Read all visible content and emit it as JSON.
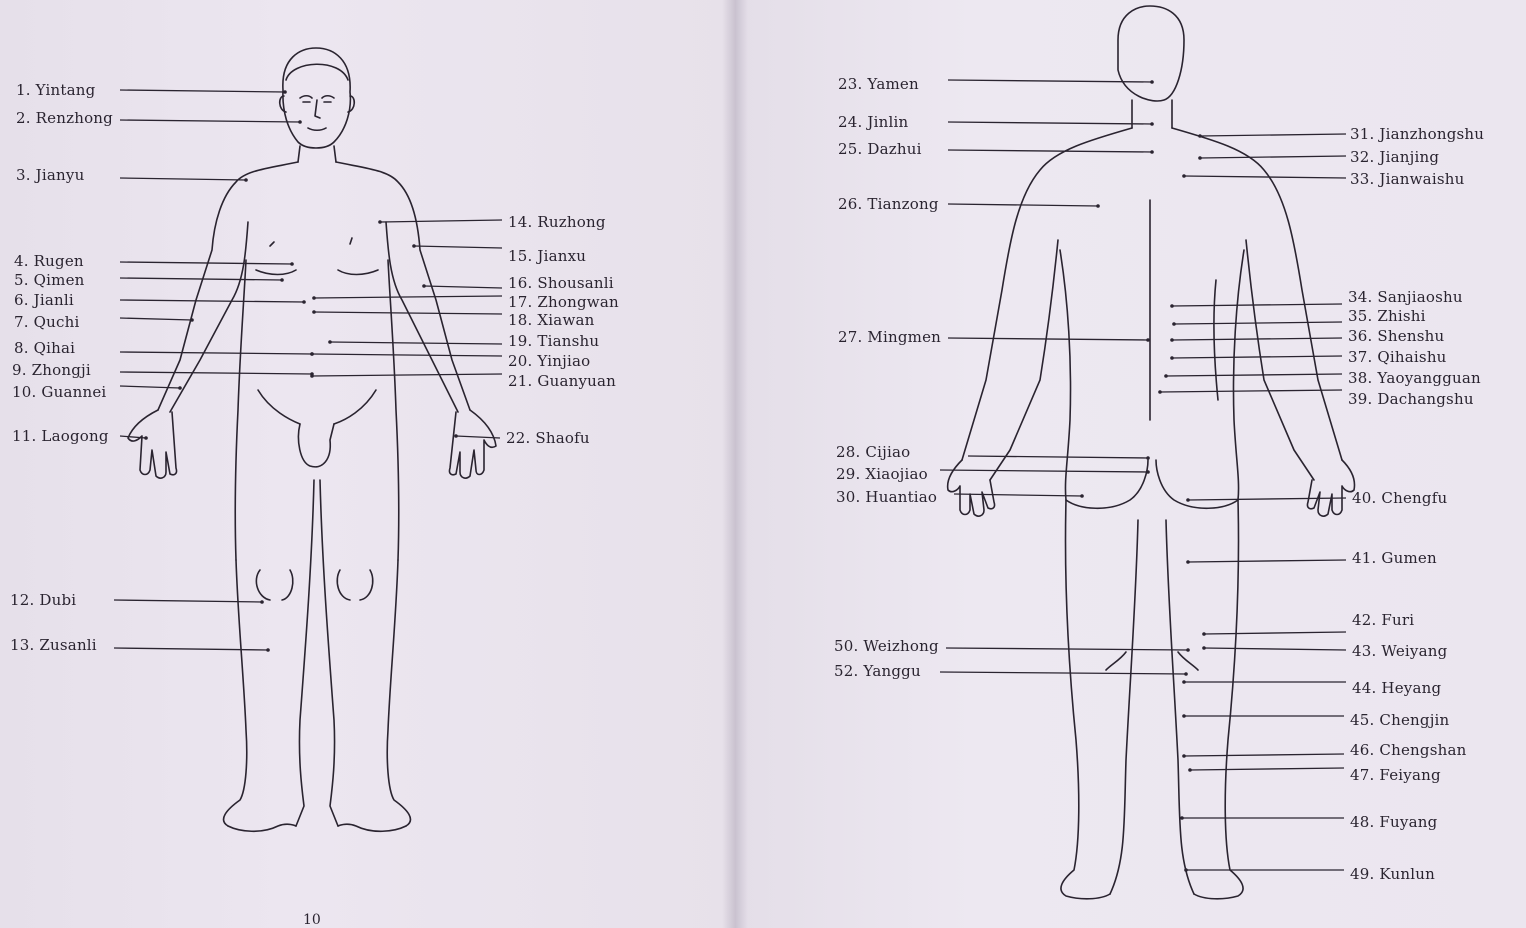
{
  "page_number": "10",
  "front_view": {
    "points": [
      {
        "label": "1. Yintang"
      },
      {
        "label": "2. Renzhong"
      },
      {
        "label": "3. Jianyu"
      },
      {
        "label": "4. Rugen"
      },
      {
        "label": "5. Qimen"
      },
      {
        "label": "6. Jianli"
      },
      {
        "label": "7. Quchi"
      },
      {
        "label": "8. Qihai"
      },
      {
        "label": "9. Zhongji"
      },
      {
        "label": "10. Guannei"
      },
      {
        "label": "11. Laogong"
      },
      {
        "label": "12. Dubi"
      },
      {
        "label": "13. Zusanli"
      },
      {
        "label": "14. Ruzhong"
      },
      {
        "label": "15. Jianxu"
      },
      {
        "label": "16. Shousanli"
      },
      {
        "label": "17. Zhongwan"
      },
      {
        "label": "18. Xiawan"
      },
      {
        "label": "19. Tianshu"
      },
      {
        "label": "20. Yinjiao"
      },
      {
        "label": "21. Guanyuan"
      },
      {
        "label": "22. Shaofu"
      }
    ]
  },
  "back_view": {
    "points": [
      {
        "label": "23. Yamen"
      },
      {
        "label": "24. Jinlin"
      },
      {
        "label": "25. Dazhui"
      },
      {
        "label": "26. Tianzong"
      },
      {
        "label": "27. Mingmen"
      },
      {
        "label": "28. Cijiao"
      },
      {
        "label": "29. Xiaojiao"
      },
      {
        "label": "30. Huantiao"
      },
      {
        "label": "50. Weizhong"
      },
      {
        "label": "52. Yanggu"
      },
      {
        "label": "31. Jianzhongshu"
      },
      {
        "label": "32. Jianjing"
      },
      {
        "label": "33. Jianwaishu"
      },
      {
        "label": "34. Sanjiaoshu"
      },
      {
        "label": "35. Zhishi"
      },
      {
        "label": "36. Shenshu"
      },
      {
        "label": "37. Qihaishu"
      },
      {
        "label": "38. Yaoyangguan"
      },
      {
        "label": "39. Dachangshu"
      },
      {
        "label": "40. Chengfu"
      },
      {
        "label": "41. Gumen"
      },
      {
        "label": "42. Furi"
      },
      {
        "label": "43. Weiyang"
      },
      {
        "label": "44. Heyang"
      },
      {
        "label": "45. Chengjin"
      },
      {
        "label": "46. Chengshan"
      },
      {
        "label": "47. Feiyang"
      },
      {
        "label": "48. Fuyang"
      },
      {
        "label": "49. Kunlun"
      }
    ]
  },
  "colors": {
    "ink": "#2a2430",
    "paper": "#ebe6ee"
  }
}
